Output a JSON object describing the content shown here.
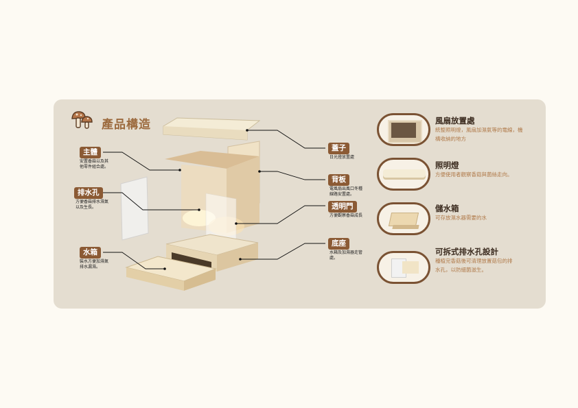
{
  "title": "產品構造",
  "left_labels": [
    {
      "tag": "主體",
      "desc": [
        "安置香菇以及其",
        "他零件組合處。"
      ]
    },
    {
      "tag": "排水孔",
      "desc": [
        "方便香菇排水濕氣",
        "以及生長。"
      ]
    },
    {
      "tag": "水箱",
      "desc": [
        "裝水方便加濕氣",
        "排水漏濕。"
      ]
    }
  ],
  "right_labels": [
    {
      "tag": "蓋子",
      "desc": [
        "日光燈放置處"
      ]
    },
    {
      "tag": "背板",
      "desc": [
        "電風扇出風口冬種",
        "線路安置處。"
      ]
    },
    {
      "tag": "透明門",
      "desc": [
        "方便觀察香菇成長"
      ]
    },
    {
      "tag": "底座",
      "desc": [
        "水箱及加濕器走管",
        "處。"
      ]
    }
  ],
  "features": [
    {
      "title": "風扇放置處",
      "desc": "統整照明燈，風扇加濕氣等的電線，機構收納的地方"
    },
    {
      "title": "照明燈",
      "desc": "方便使用者觀察香菇與菌絲走向。"
    },
    {
      "title": "儲水箱",
      "desc": "可存放濕水器需要的水"
    },
    {
      "title": "可拆式排水孔設計",
      "desc": "種植完香菇後可清理放置菇包的排水孔，以防細菌滋生。"
    }
  ]
}
